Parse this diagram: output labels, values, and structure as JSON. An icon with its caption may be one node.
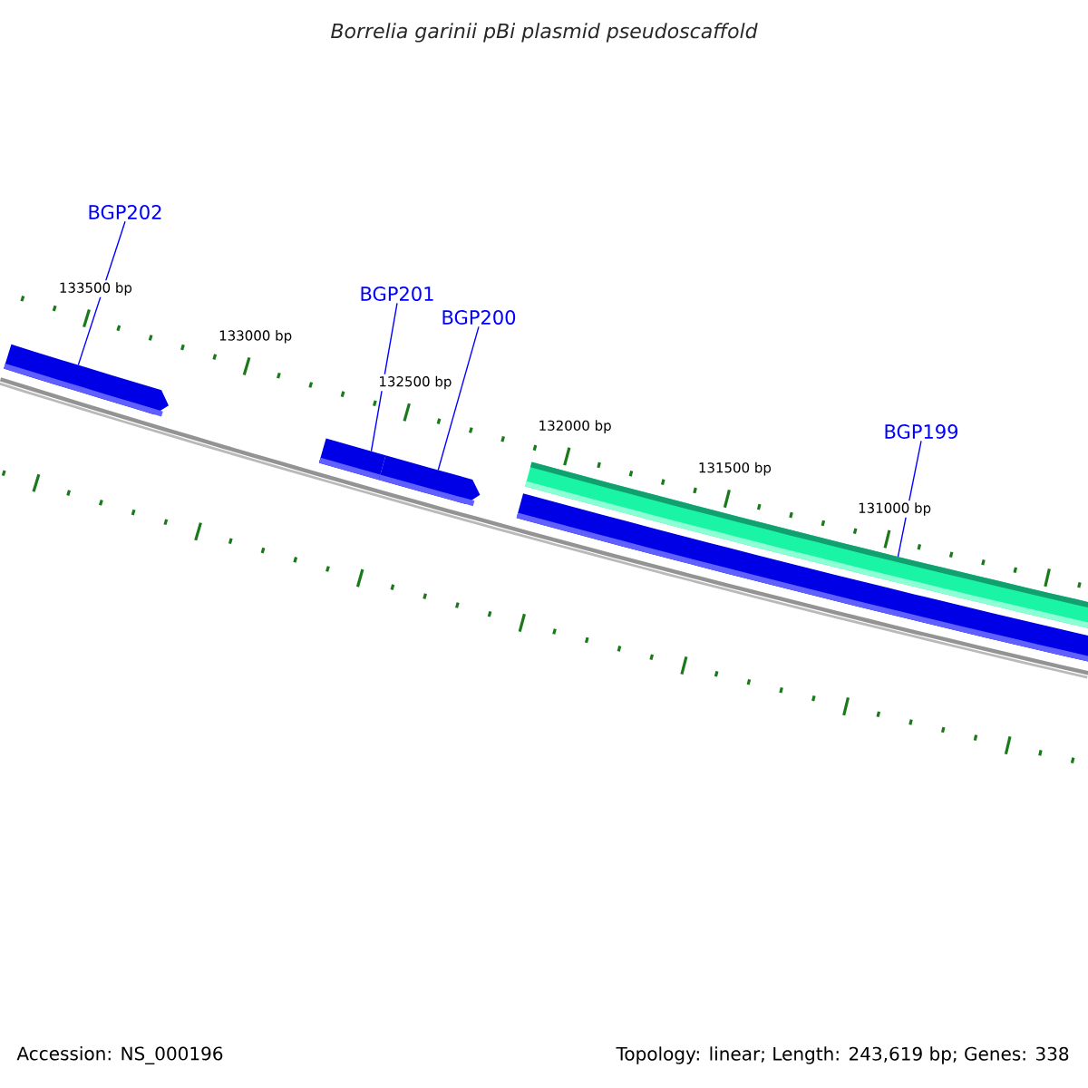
{
  "diagram": {
    "title": "Borrelia garinii pBi plasmid pseudoscaffold",
    "nodes": [
      {
        "text": [
          "BGP202"
        ]
      },
      {
        "text": [
          "BGP201"
        ]
      },
      {
        "text": [
          "BGP200"
        ]
      },
      {
        "text": [
          "BGP199"
        ]
      },
      {
        "text": [],
        "shape": "bar"
      },
      {
        "text": [],
        "shape": "bar"
      },
      {
        "text": [],
        "shape": "bar"
      },
      {
        "text": [],
        "shape": "bar"
      },
      {
        "text": [],
        "shape": "bar"
      }
    ],
    "edges": [
      {
        "from": 0,
        "to": 4,
        "arrow": "none"
      },
      {
        "from": 1,
        "to": 5,
        "arrow": "none"
      },
      {
        "from": 2,
        "to": 6,
        "arrow": "none"
      },
      {
        "from": 3,
        "to": 7,
        "arrow": "none"
      }
    ],
    "labels": [
      "133500 bp",
      "133000 bp",
      "132500 bp",
      "132000 bp",
      "131500 bp",
      "131000 bp",
      "Accession: NS_000196",
      "Topology: linear; Length: 243,619 bp; Genes: 338"
    ]
  }
}
